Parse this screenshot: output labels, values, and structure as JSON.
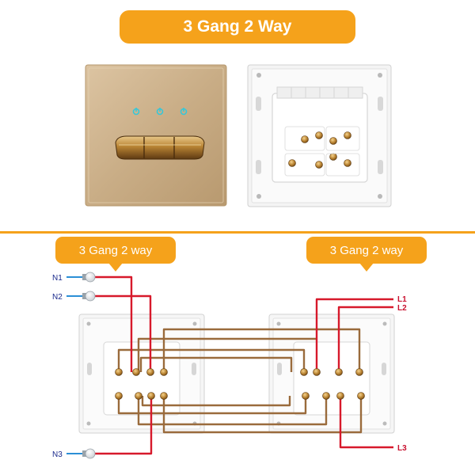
{
  "title": "3 Gang 2 Way",
  "callouts": {
    "left": "3 Gang 2 way",
    "right": "3 Gang 2 way"
  },
  "labels": {
    "n1": "N1",
    "n2": "N2",
    "n3": "N3",
    "l1": "L1",
    "l2": "L2",
    "l3": "L3"
  },
  "colors": {
    "accent": "#f5a21b",
    "live_wire": "#d7192b",
    "traveler_wire": "#9a6b3c",
    "panel_gold": "#c9ad86",
    "led": "#38c7d8"
  }
}
